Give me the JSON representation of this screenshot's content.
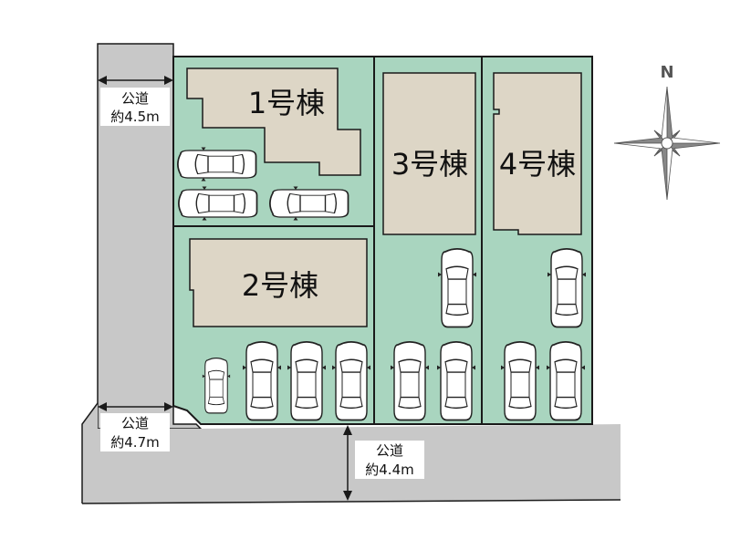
{
  "buildings": [
    {
      "id": "1",
      "label": "1号棟"
    },
    {
      "id": "2",
      "label": "2号棟"
    },
    {
      "id": "3",
      "label": "3号棟"
    },
    {
      "id": "4",
      "label": "4号棟"
    }
  ],
  "roads": {
    "west": {
      "line1": "公道",
      "line2": "約4.5m"
    },
    "southwest": {
      "line1": "公道",
      "line2": "約4.7m"
    },
    "south": {
      "line1": "公道",
      "line2": "約4.4m"
    }
  },
  "compass": {
    "north": "N"
  },
  "colors": {
    "road": "#c8c8c8",
    "lot": "#a9d5bf",
    "building": "#ddd6c6",
    "outline": "#1a1a1a"
  }
}
